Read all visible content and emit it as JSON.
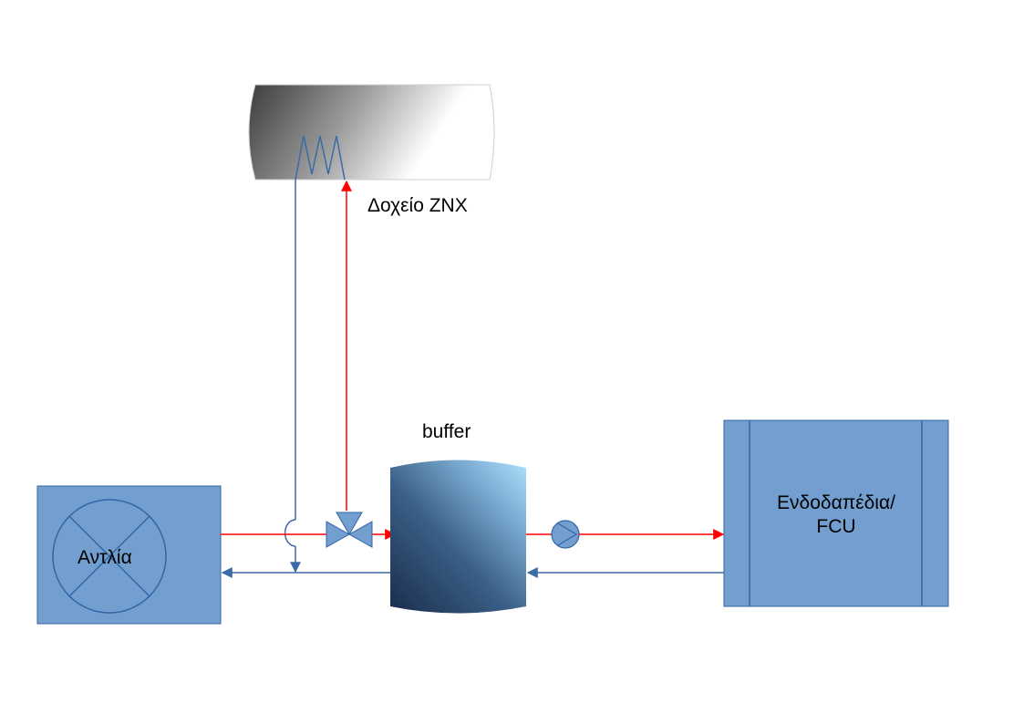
{
  "labels": {
    "dhw_tank": "Δοχείο ΖΝΧ",
    "buffer": "buffer",
    "heat_pump": "Αντλία",
    "emitters_line1": "Ενδοδαπέδια/",
    "emitters_line2": "FCU"
  },
  "colors": {
    "supply_line": "#ff0000",
    "return_line": "#3b6aa6",
    "box_fill": "#729fcf",
    "box_stroke": "#3465a4",
    "tank_dark": "#4a4a4a",
    "tank_light": "#ffffff",
    "buffer_dark": "#1c3354",
    "buffer_light": "#9fd4f5"
  },
  "icons": [
    "three-way-valve-icon",
    "circulator-pump-icon",
    "heating-coil-icon",
    "pipe-crossover-icon"
  ]
}
